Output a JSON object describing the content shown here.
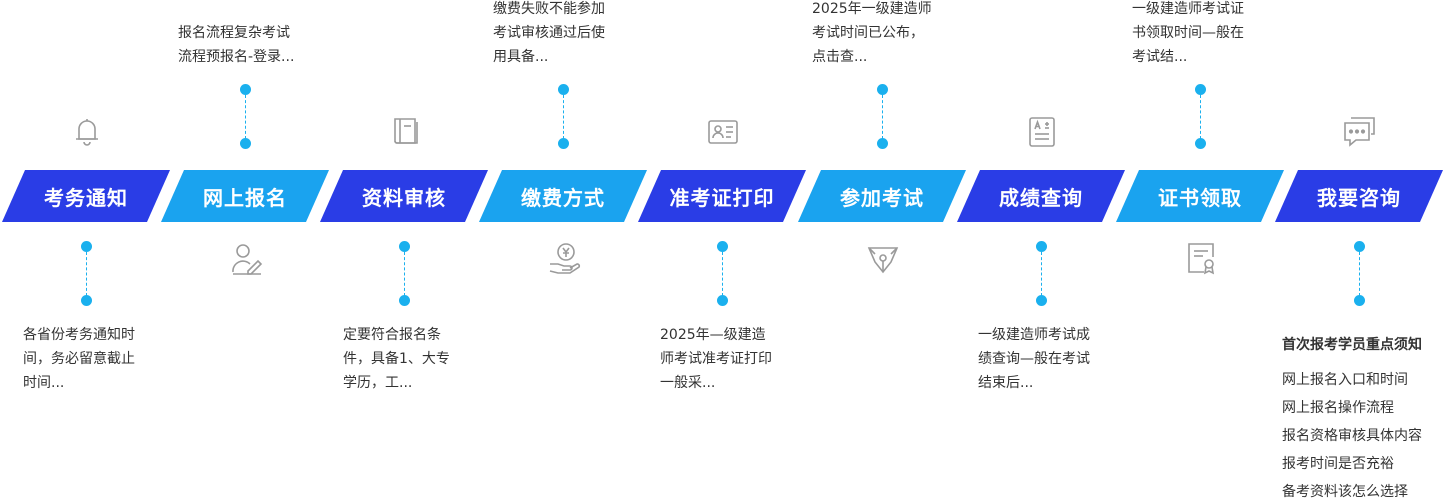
{
  "steps": [
    {
      "label": "考务通知",
      "desc": [
        "各省份考务通知时",
        "间，务必留意截止",
        "时间..."
      ],
      "icon": "bell-icon"
    },
    {
      "label": "网上报名",
      "desc": [
        "报名流程复杂考试",
        "流程预报名-登录..."
      ],
      "icon": "user-edit-icon"
    },
    {
      "label": "资料审核",
      "desc": [
        "定要符合报名条",
        "件，具备1、大专",
        "学历，工..."
      ],
      "icon": "book-icon"
    },
    {
      "label": "缴费方式",
      "desc": [
        "缴费失败不能参加",
        "考试审核通过后使",
        "用具备..."
      ],
      "icon": "yuan-hand-icon"
    },
    {
      "label": "准考证打印",
      "desc": [
        "2025年—级建造",
        "师考试准考证打印",
        "一般采..."
      ],
      "icon": "id-card-icon"
    },
    {
      "label": "参加考试",
      "desc": [
        "2025年一级建造师",
        "考试时间已公布，",
        "点击查..."
      ],
      "icon": "pen-nib-icon"
    },
    {
      "label": "成绩查询",
      "desc": [
        "一级建造师考试成",
        "绩查询—般在考试",
        "结束后..."
      ],
      "icon": "grade-report-icon"
    },
    {
      "label": "证书领取",
      "desc": [
        "一级建造师考试证",
        "书领取时间—般在",
        "考试结..."
      ],
      "icon": "certificate-icon"
    },
    {
      "label": "我要咨询",
      "icon": "chat-icon"
    }
  ],
  "faq": {
    "title": "首次报考学员重点须知",
    "items": [
      "网上报名入口和时间",
      "网上报名操作流程",
      "报名资格审核具体内容",
      "报考时间是否充裕",
      "备考资料该怎么选择"
    ]
  },
  "colors": {
    "pill_dark": "#2a3de6",
    "pill_light": "#1aa3ef",
    "dot": "#1ab0ee",
    "icon": "#9a9a9a"
  }
}
